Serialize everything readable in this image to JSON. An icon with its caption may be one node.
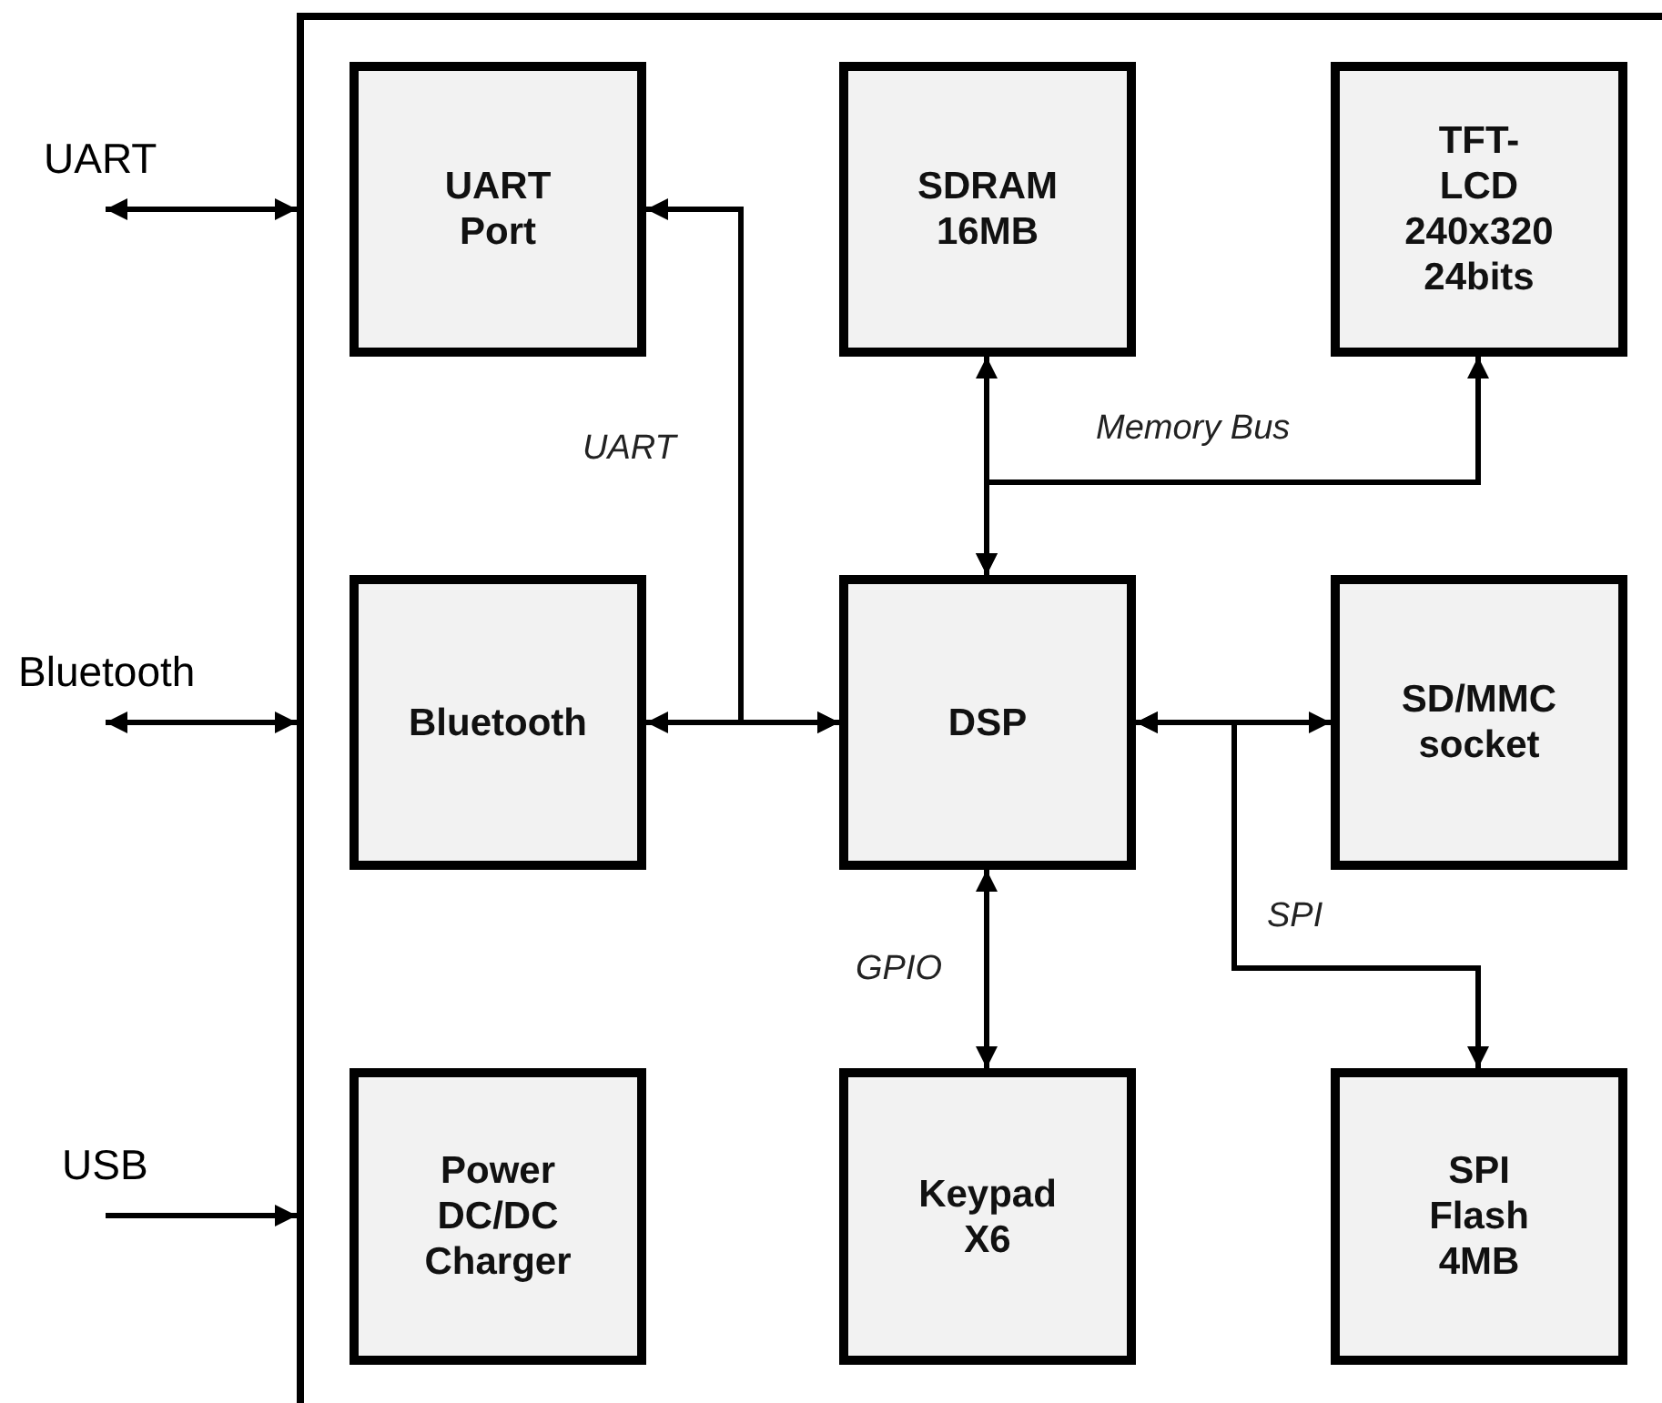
{
  "diagram": {
    "nodes": [
      {
        "text": [],
        "shape": "box"
      },
      {
        "text": [
          "UART Port"
        ],
        "in": 0
      },
      {
        "text": [
          "SDRAM 16MB"
        ],
        "in": 0
      },
      {
        "text": [
          "TFT-LCD 240x320 24bits"
        ],
        "in": 0
      },
      {
        "text": [
          "Bluetooth"
        ],
        "in": 0
      },
      {
        "text": [
          "DSP"
        ],
        "in": 0
      },
      {
        "text": [
          "SD/MMC socket"
        ],
        "in": 0
      },
      {
        "text": [
          "Power DC/DC Charger"
        ],
        "in": 0
      },
      {
        "text": [
          "Keypad X6"
        ],
        "in": 0
      },
      {
        "text": [
          "SPI Flash 4MB"
        ],
        "in": 0
      }
    ],
    "edges": [
      {
        "from": null,
        "to": 0,
        "arrow": "both"
      },
      {
        "from": null,
        "to": 0,
        "arrow": "both"
      },
      {
        "from": null,
        "to": 0,
        "arrow": "to"
      },
      {
        "from": 5,
        "to": 1,
        "arrow": "both",
        "label": "UART"
      },
      {
        "from": 4,
        "to": 5,
        "arrow": "both"
      },
      {
        "from": 5,
        "to": 2,
        "arrow": "both"
      },
      {
        "from": 5,
        "to": 3,
        "arrow": "both",
        "label": "Memory Bus"
      },
      {
        "from": 5,
        "to": 6,
        "arrow": "both"
      },
      {
        "from": 5,
        "to": 9,
        "arrow": "both",
        "label": "SPI"
      },
      {
        "from": 5,
        "to": 8,
        "arrow": "both",
        "label": "GPIO"
      }
    ],
    "labels": [
      "UART",
      "Bluetooth",
      "USB"
    ]
  }
}
